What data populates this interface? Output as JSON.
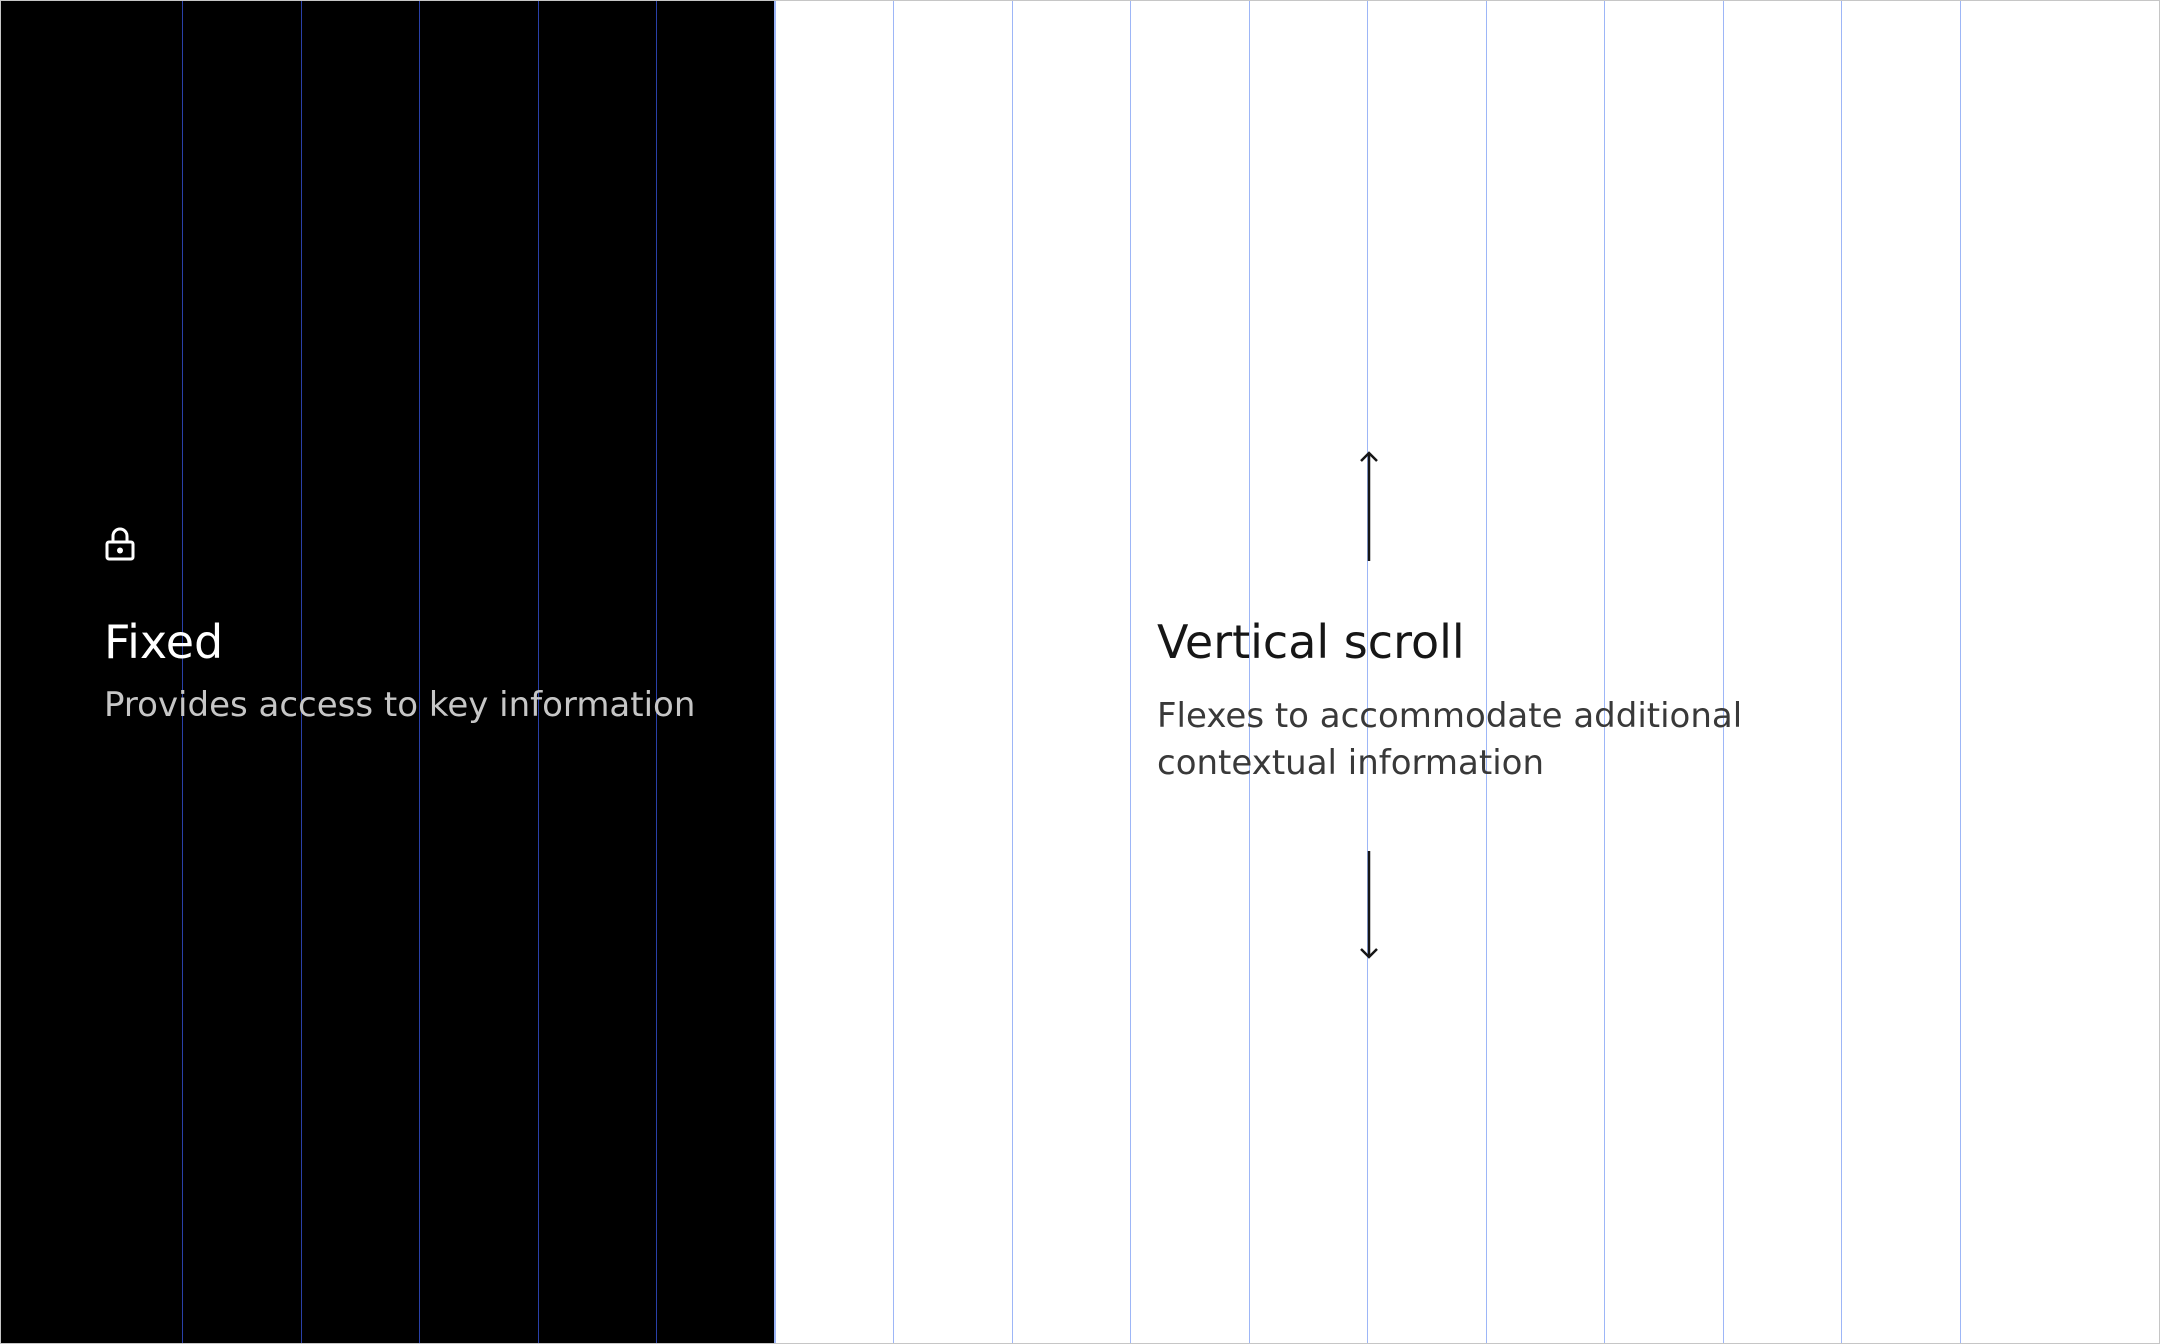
{
  "fixed": {
    "icon": "lock-icon",
    "title": "Fixed",
    "description": "Provides access to key information"
  },
  "scroll": {
    "icons": [
      "arrow-up-icon",
      "arrow-down-icon"
    ],
    "title": "Vertical scroll",
    "description": "Flexes to accommodate additional contextual information"
  },
  "colors": {
    "fixed_panel_bg": "#000000",
    "content_bg": "#ffffff",
    "grid_line_on_dark": "#2940a8",
    "grid_line_on_light": "#9db6f7",
    "title_on_dark": "#ffffff",
    "text_on_dark": "#c6c6c6",
    "title_on_light": "#161616",
    "text_on_light": "#393939"
  }
}
